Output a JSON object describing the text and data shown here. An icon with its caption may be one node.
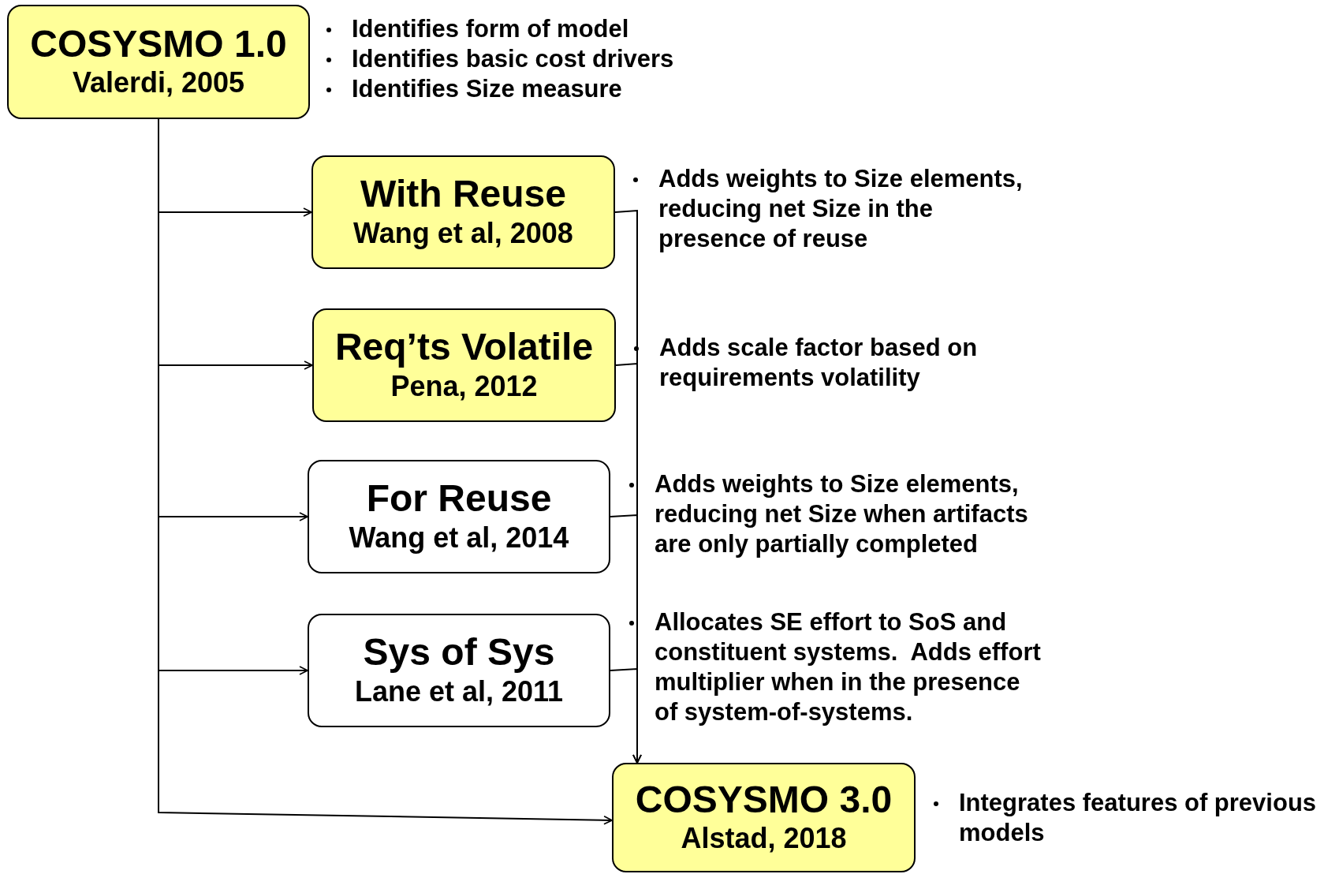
{
  "diagram": {
    "nodes": [
      {
        "text": [
          "COSYSMO 1.0",
          "Valerdi, 2005"
        ],
        "beside": [
          "Identifies form of model",
          "Identifies basic cost drivers",
          "Identifies Size measure"
        ]
      },
      {
        "text": [
          "With Reuse",
          "Wang et al, 2008"
        ],
        "beside": [
          "Adds weights to Size elements, reducing net Size in the presence of reuse"
        ]
      },
      {
        "text": [
          "Req’ts Volatile",
          "Pena, 2012"
        ],
        "beside": [
          "Adds scale factor based on requirements volatility"
        ]
      },
      {
        "text": [
          "For Reuse",
          "Wang et al, 2014"
        ],
        "beside": [
          "Adds weights to Size elements, reducing net Size when artifacts are only partially completed"
        ]
      },
      {
        "text": [
          "Sys of Sys",
          "Lane et al, 2011"
        ],
        "beside": [
          "Allocates SE effort to SoS and constituent systems.  Adds effort multiplier when in the presence of system-of-systems."
        ]
      },
      {
        "text": [
          "COSYSMO 3.0",
          "Alstad, 2018"
        ],
        "beside": [
          "Integrates features of previous models"
        ]
      }
    ],
    "edges": [
      {
        "from": 0,
        "to": 1,
        "arrow": "to"
      },
      {
        "from": 0,
        "to": 2,
        "arrow": "to"
      },
      {
        "from": 0,
        "to": 3,
        "arrow": "to"
      },
      {
        "from": 0,
        "to": 4,
        "arrow": "to"
      },
      {
        "from": 0,
        "to": 5,
        "arrow": "to"
      },
      {
        "from": 1,
        "to": 5,
        "arrow": "to"
      },
      {
        "from": 2,
        "to": 5,
        "arrow": "to"
      },
      {
        "from": 3,
        "to": 5,
        "arrow": "to"
      },
      {
        "from": 4,
        "to": 5,
        "arrow": "to"
      }
    ]
  }
}
